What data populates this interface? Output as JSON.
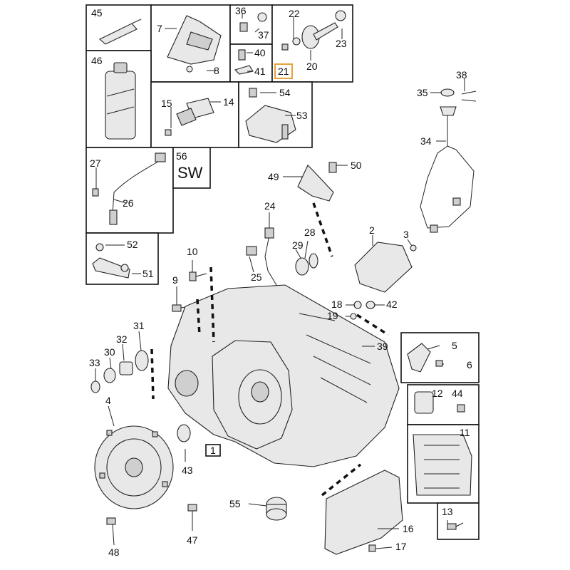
{
  "labels": {
    "l45": "45",
    "l46": "46",
    "l7": "7",
    "l8": "8",
    "l36": "36",
    "l37": "37",
    "l40": "40",
    "l41": "41",
    "l22": "22",
    "l23": "23",
    "l20": "20",
    "l21": "21",
    "l15": "15",
    "l14": "14",
    "l54": "54",
    "l53": "53",
    "l38": "38",
    "l35": "35",
    "l34": "34",
    "l27": "27",
    "l26": "26",
    "l56": "56",
    "sw": "SW",
    "l49": "49",
    "l50": "50",
    "l52": "52",
    "l51": "51",
    "l24": "24",
    "l28": "28",
    "l29": "29",
    "l25": "25",
    "l2": "2",
    "l3": "3",
    "l10": "10",
    "l9": "9",
    "l18": "18",
    "l19": "19",
    "l42": "42",
    "l39": "39",
    "l31": "31",
    "l32": "32",
    "l30": "30",
    "l33": "33",
    "l4": "4",
    "l5": "5",
    "l6": "6",
    "l12": "12",
    "l44": "44",
    "l11": "11",
    "l1": "1",
    "l43": "43",
    "l55": "55",
    "l13": "13",
    "l16": "16",
    "l17": "17",
    "l47": "47",
    "l48": "48"
  },
  "highlight_color": "#e8a33a"
}
